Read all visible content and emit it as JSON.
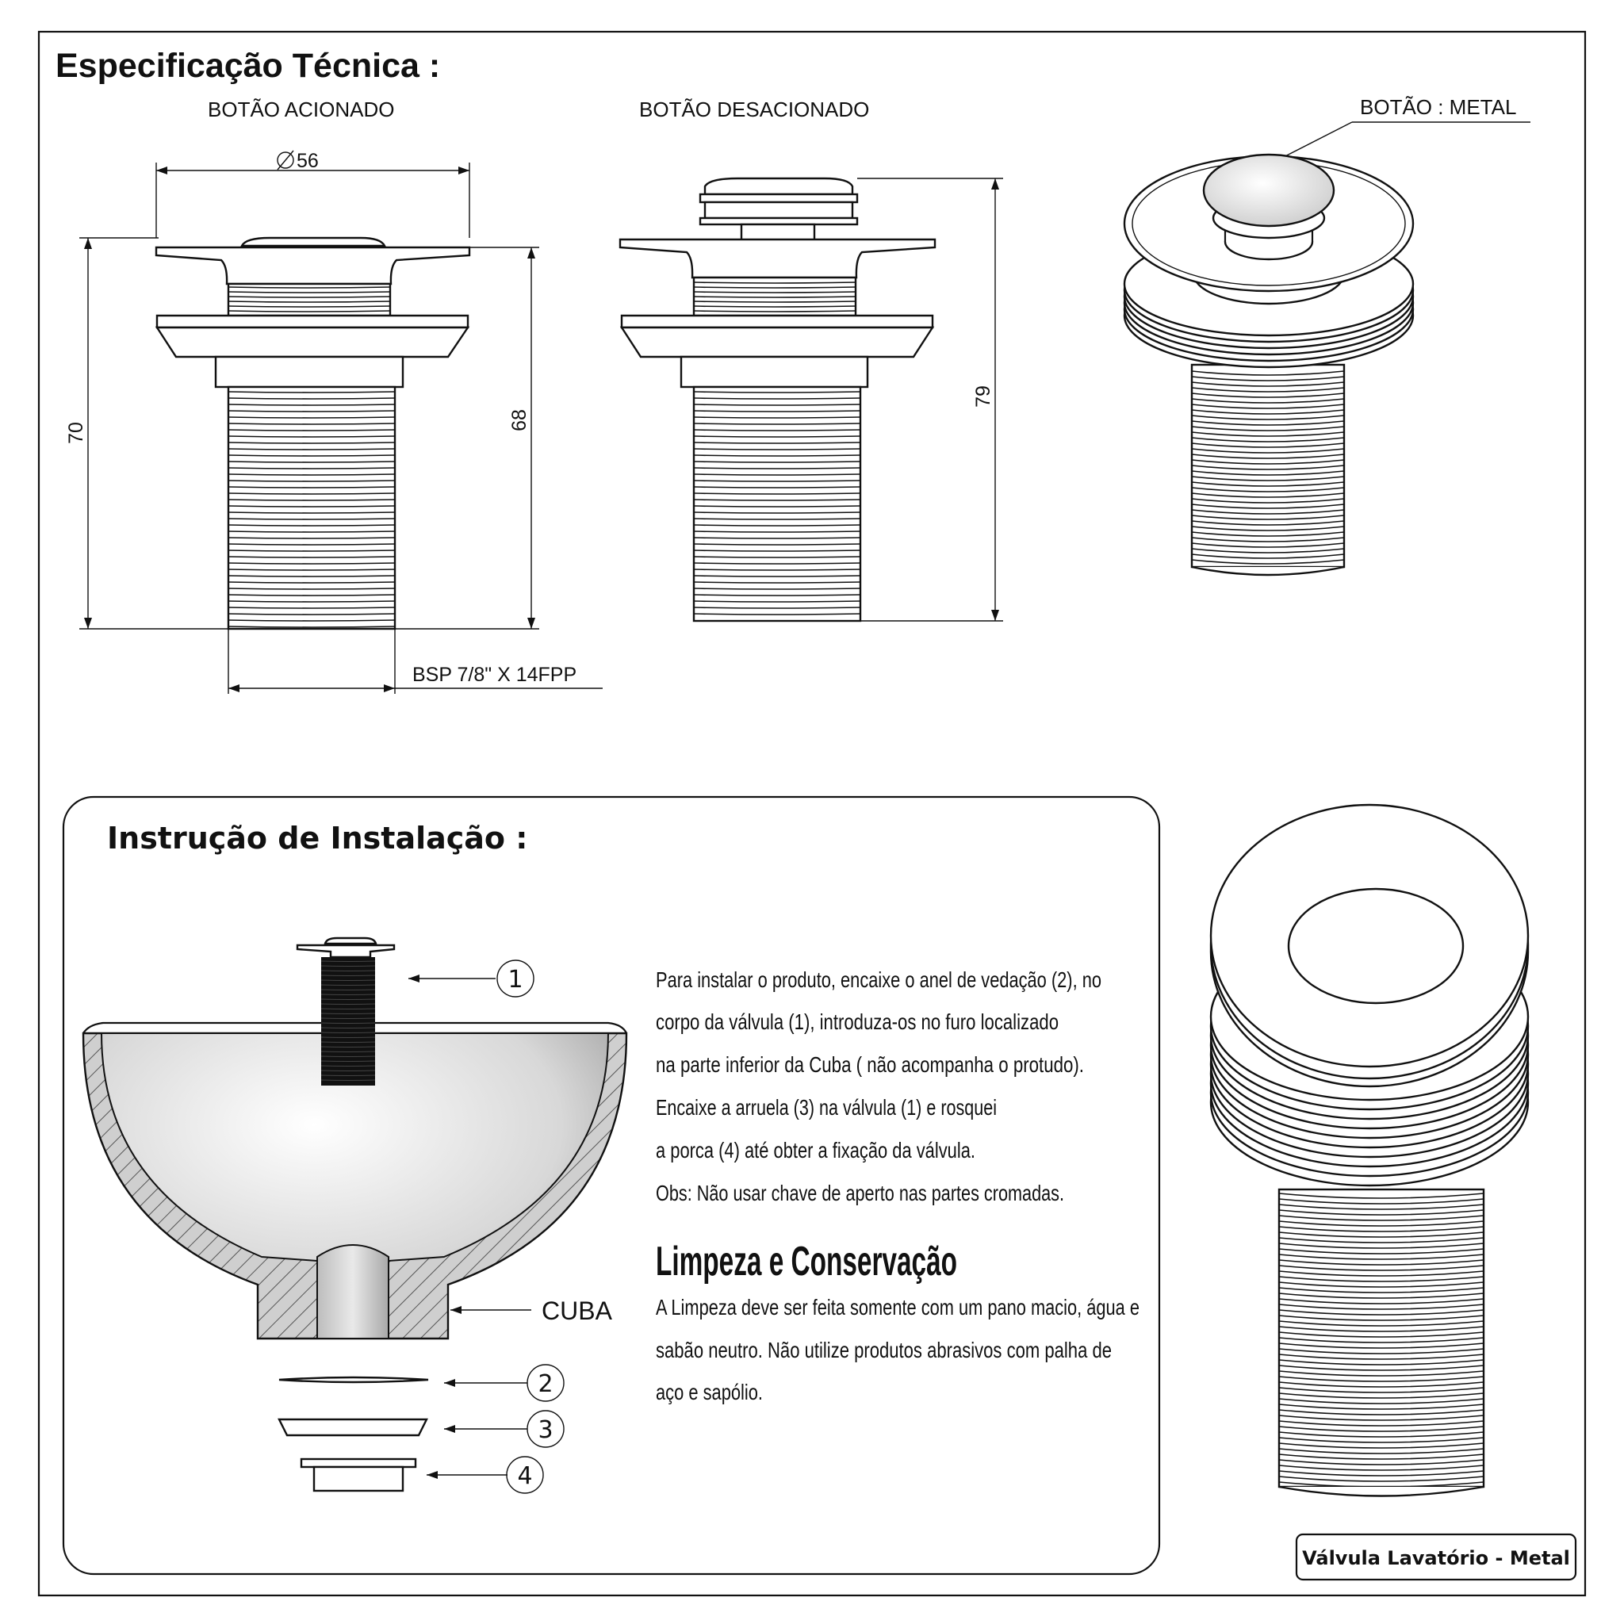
{
  "spec": {
    "title": "Especificação Técnica :",
    "view_pressed": "BOTÃO ACIONADO",
    "view_released": "BOTÃO DESACIONADO",
    "button_note": "BOTÃO : METAL",
    "diameter": "56",
    "height_total": "70",
    "height_body": "68",
    "height_released": "79",
    "thread": "BSP 7/8\" X 14FPP"
  },
  "install": {
    "title": "Instrução de Instalação :",
    "cuba_label": "CUBA",
    "part_numbers": [
      "1",
      "2",
      "3",
      "4"
    ],
    "instructions": [
      "Para instalar o produto, encaixe o anel de vedação (2), no",
      "corpo da válvula (1), introduza-os no furo localizado",
      "na parte inferior da Cuba ( não acompanha o protudo).",
      "Encaixe a arruela (3) na válvula (1) e rosquei",
      "a porca (4) até obter a fixação da válvula.",
      "Obs: Não usar chave de aperto nas partes cromadas."
    ]
  },
  "care": {
    "title": "Limpeza e Conservação",
    "lines": [
      "A Limpeza deve ser feita somente com um pano macio, água e",
      "sabão neutro. Não utilize produtos abrasivos com palha de",
      "aço e sapólio."
    ]
  },
  "product_label": "Válvula Lavatório - Metal"
}
